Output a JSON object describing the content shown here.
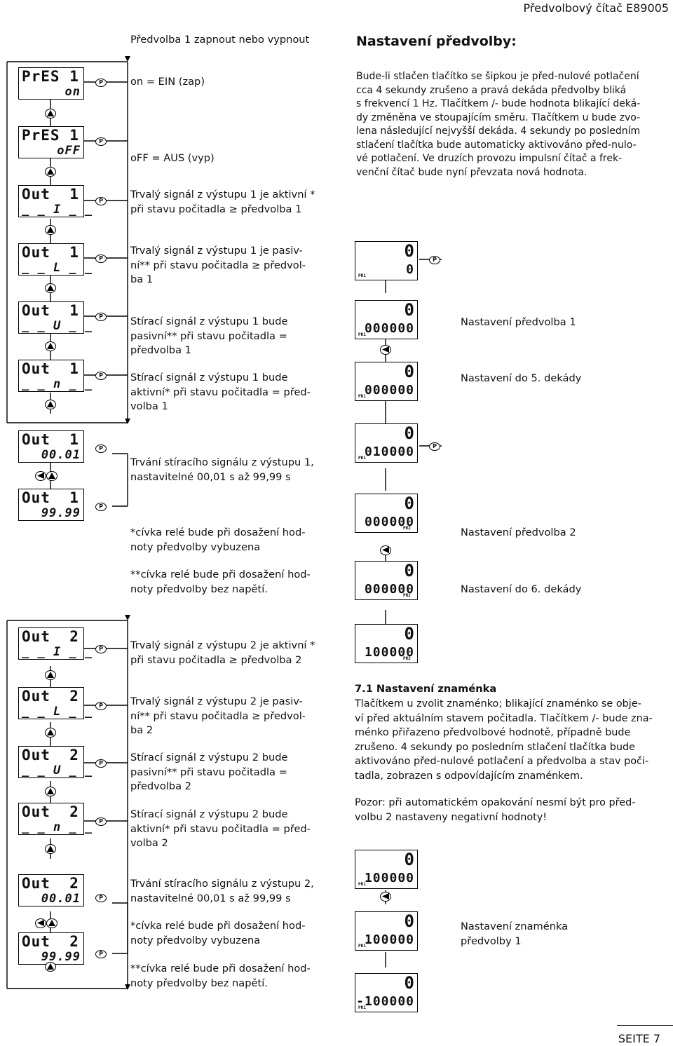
{
  "header": {
    "title": "Předvolbový čítač  E89005"
  },
  "left_texts": {
    "p1_title": "Předvolba 1 zapnout nebo vypnout",
    "on": "on = EIN (zap)",
    "off": "oFF = AUS (vyp)",
    "trv1a": "Trvalý signál z výstupu 1 je aktivní *",
    "trv1b": "při stavu počitadla ≥ předvolba 1",
    "trv1pas_a": "Trvalý signál z výstupu 1 je pasiv-",
    "trv1pas_b": "ní**  při stavu počitadla ≥ předvol-",
    "trv1pas_c": "ba 1",
    "sti1pas_a": "Stírací  signál  z  výstupu  1  bude",
    "sti1pas_b": "pasivní**  při  stavu  počitadla  =",
    "sti1pas_c": "předvolba 1",
    "sti1akt_a": "Stírací  signál  z  výstupu  1  bude",
    "sti1akt_b": "aktivní* při stavu počitadla = před-",
    "sti1akt_c": "volba 1",
    "trvani1_a": "Trvání stíracího signálu z výstupu 1,",
    "trvani1_b": "nastavitelné 00,01 s až 99,99 s",
    "civka1a_a": "*cívka relé bude při dosažení hod-",
    "civka1a_b": "noty předvolby vybuzena",
    "civka1b_a": "**cívka relé bude při dosažení hod-",
    "civka1b_b": "noty předvolby bez napětí.",
    "trv2a": "Trvalý signál z výstupu 2 je aktivní *",
    "trv2b": "při stavu počitadla ≥ předvolba 2",
    "trv2pas_a": "Trvalý  signál  z  výstupu  2  je  pasiv-",
    "trv2pas_b": "ní**  při  stavu  počitadla  ≥  předvol-",
    "trv2pas_c": "ba 2",
    "sti2pas_a": "Stírací  signál  z  výstupu  2  bude",
    "sti2pas_b": "pasivní**  při  stavu  počitadla  =",
    "sti2pas_c": "předvolba 2",
    "sti2akt_a": "Stírací  signál  z  výstupu  2  bude",
    "sti2akt_b": "aktivní* při stavu počitadla = před-",
    "sti2akt_c": "volba 2",
    "trvani2_a": "Trvání stíracího signálu z výstupu 2,",
    "trvani2_b": "nastavitelné 00,01 s až 99,99 s",
    "civka2a_a": "*cívka relé bude při dosažení hod-",
    "civka2a_b": "noty předvolby vybuzena",
    "civka2b_a": "**cívka relé bude při dosažení hod-",
    "civka2b_b": "noty předvolby bez napětí."
  },
  "right": {
    "heading": "Nastavení předvolby:",
    "para1": [
      "Bude-li stlačen tlačítko se šipkou je před-nulové potlačení",
      "cca 4 sekundy zrušeno a pravá dekáda předvolby bliká",
      "s frekvencí 1 Hz. Tlačítkem /- bude hodnota blikající deká-",
      "dy změněna ve stoupajícím směru. Tlačítkem u  bude zvo-",
      "lena  následující nejvyšší dekáda. 4 sekundy po posledním",
      "stlačení tlačítka bude automaticky aktivováno před-nulo-",
      "vé potlačení. Ve druzích provozu  impulsní čítač a frek-",
      "venční čítač bude nyní převzata nová hodnota."
    ],
    "label_p1": "Nastavení předvolba 1",
    "label_d5": "Nastavení do 5. dekády",
    "label_p2": "Nastavení předvolba 2",
    "label_d6": "Nastavení do 6. dekády",
    "sec71_title": "7.1 Nastavení znaménka",
    "sec71": [
      "Tlačítkem u  zvolit znaménko; blikající znaménko se obje-",
      "ví před aktuálním stavem počitadla. Tlačítkem /- bude zna-",
      "ménko přiřazeno předvolbové hodnotě, případně bude",
      "zrušeno. 4 sekundy po posledním stlačení tlačítka bude",
      "aktivováno před-nulové potlačení a předvolba a stav poči-",
      "tadla, zobrazen s odpovídajícím znaménkem."
    ],
    "pozor": [
      "Pozor: při automatickém opakování nesmí být pro před-",
      "volbu 2 nastaveny negativní hodnoty!"
    ],
    "label_sign_a": "Nastavení znaménka",
    "label_sign_b": "předvolby 1"
  },
  "left_displays": [
    {
      "top": "PrES 1",
      "bot": "on"
    },
    {
      "top": "PrES 1",
      "bot": "oFF"
    },
    {
      "top": "Out  1",
      "bot": "_ _ I _ _"
    },
    {
      "top": "Out  1",
      "bot": "_ _ L _ _"
    },
    {
      "top": "Out  1",
      "bot": "_ _ U _ _"
    },
    {
      "top": "Out  1",
      "bot": "_ _ n _ _"
    },
    {
      "top": "Out  1",
      "bot": "00.01"
    },
    {
      "top": "Out  1",
      "bot": "99.99"
    },
    {
      "top": "Out  2",
      "bot": "_ _ I _ _"
    },
    {
      "top": "Out  2",
      "bot": "_ _ L _ _"
    },
    {
      "top": "Out  2",
      "bot": "_ _ U _ _"
    },
    {
      "top": "Out  2",
      "bot": "_ _ n _ _"
    },
    {
      "top": "Out  2",
      "bot": "00.01"
    },
    {
      "top": "Out  2",
      "bot": "99.99"
    }
  ],
  "right_displays": [
    {
      "top": "0",
      "bot": "0",
      "tag": "PR1"
    },
    {
      "top": "0",
      "bot": "000000",
      "tag": "PR1"
    },
    {
      "top": "0",
      "bot": "000000",
      "tag": "PR1"
    },
    {
      "top": "0",
      "bot": "010000",
      "tag": "PR1"
    },
    {
      "top": "0",
      "bot": "000000",
      "tag": "PR2"
    },
    {
      "top": "0",
      "bot": "000000",
      "tag": "PR2"
    },
    {
      "top": "0",
      "bot": "100000",
      "tag": "PR2"
    },
    {
      "top": "0",
      "bot": "100000",
      "tag": "PR1"
    },
    {
      "top": "0",
      "bot": "100000",
      "tag": "PR1"
    },
    {
      "top": "0",
      "bot": "-100000",
      "tag": "PR1"
    }
  ],
  "button_label": "P",
  "footer": {
    "page": "SEITE 7"
  }
}
